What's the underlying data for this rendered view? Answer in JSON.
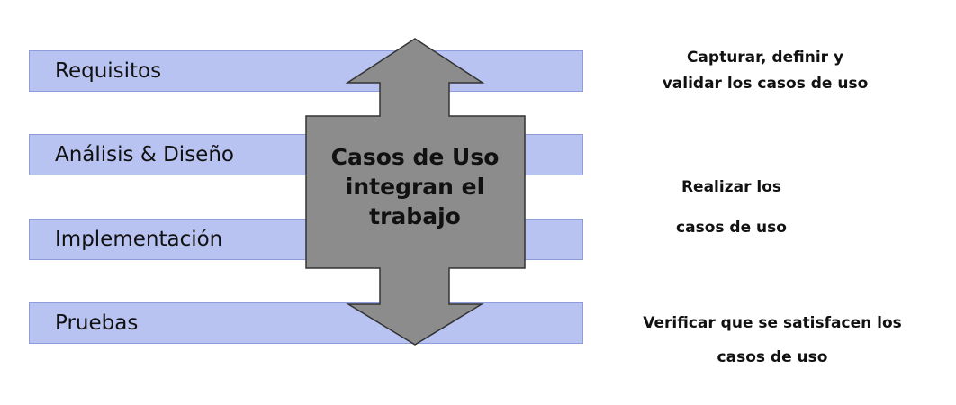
{
  "diagram": {
    "phases": [
      "Requisitos",
      "Análisis & Diseño",
      "Implementación",
      "Pruebas"
    ],
    "arrow_lines": [
      "Casos de Uso",
      "integran el",
      "trabajo"
    ],
    "notes": [
      {
        "lines": [
          "Capturar, definir y",
          "validar los casos de uso"
        ]
      },
      {
        "lines": [
          "Realizar los",
          "casos de uso"
        ]
      },
      {
        "lines": [
          "Verificar que se satisfacen los",
          "casos de uso"
        ]
      }
    ],
    "colors": {
      "band_fill": "#b8c3f2",
      "band_border": "#8f9cdc",
      "arrow_fill": "#8c8c8c",
      "arrow_stroke": "#333333",
      "text": "#111111"
    }
  }
}
